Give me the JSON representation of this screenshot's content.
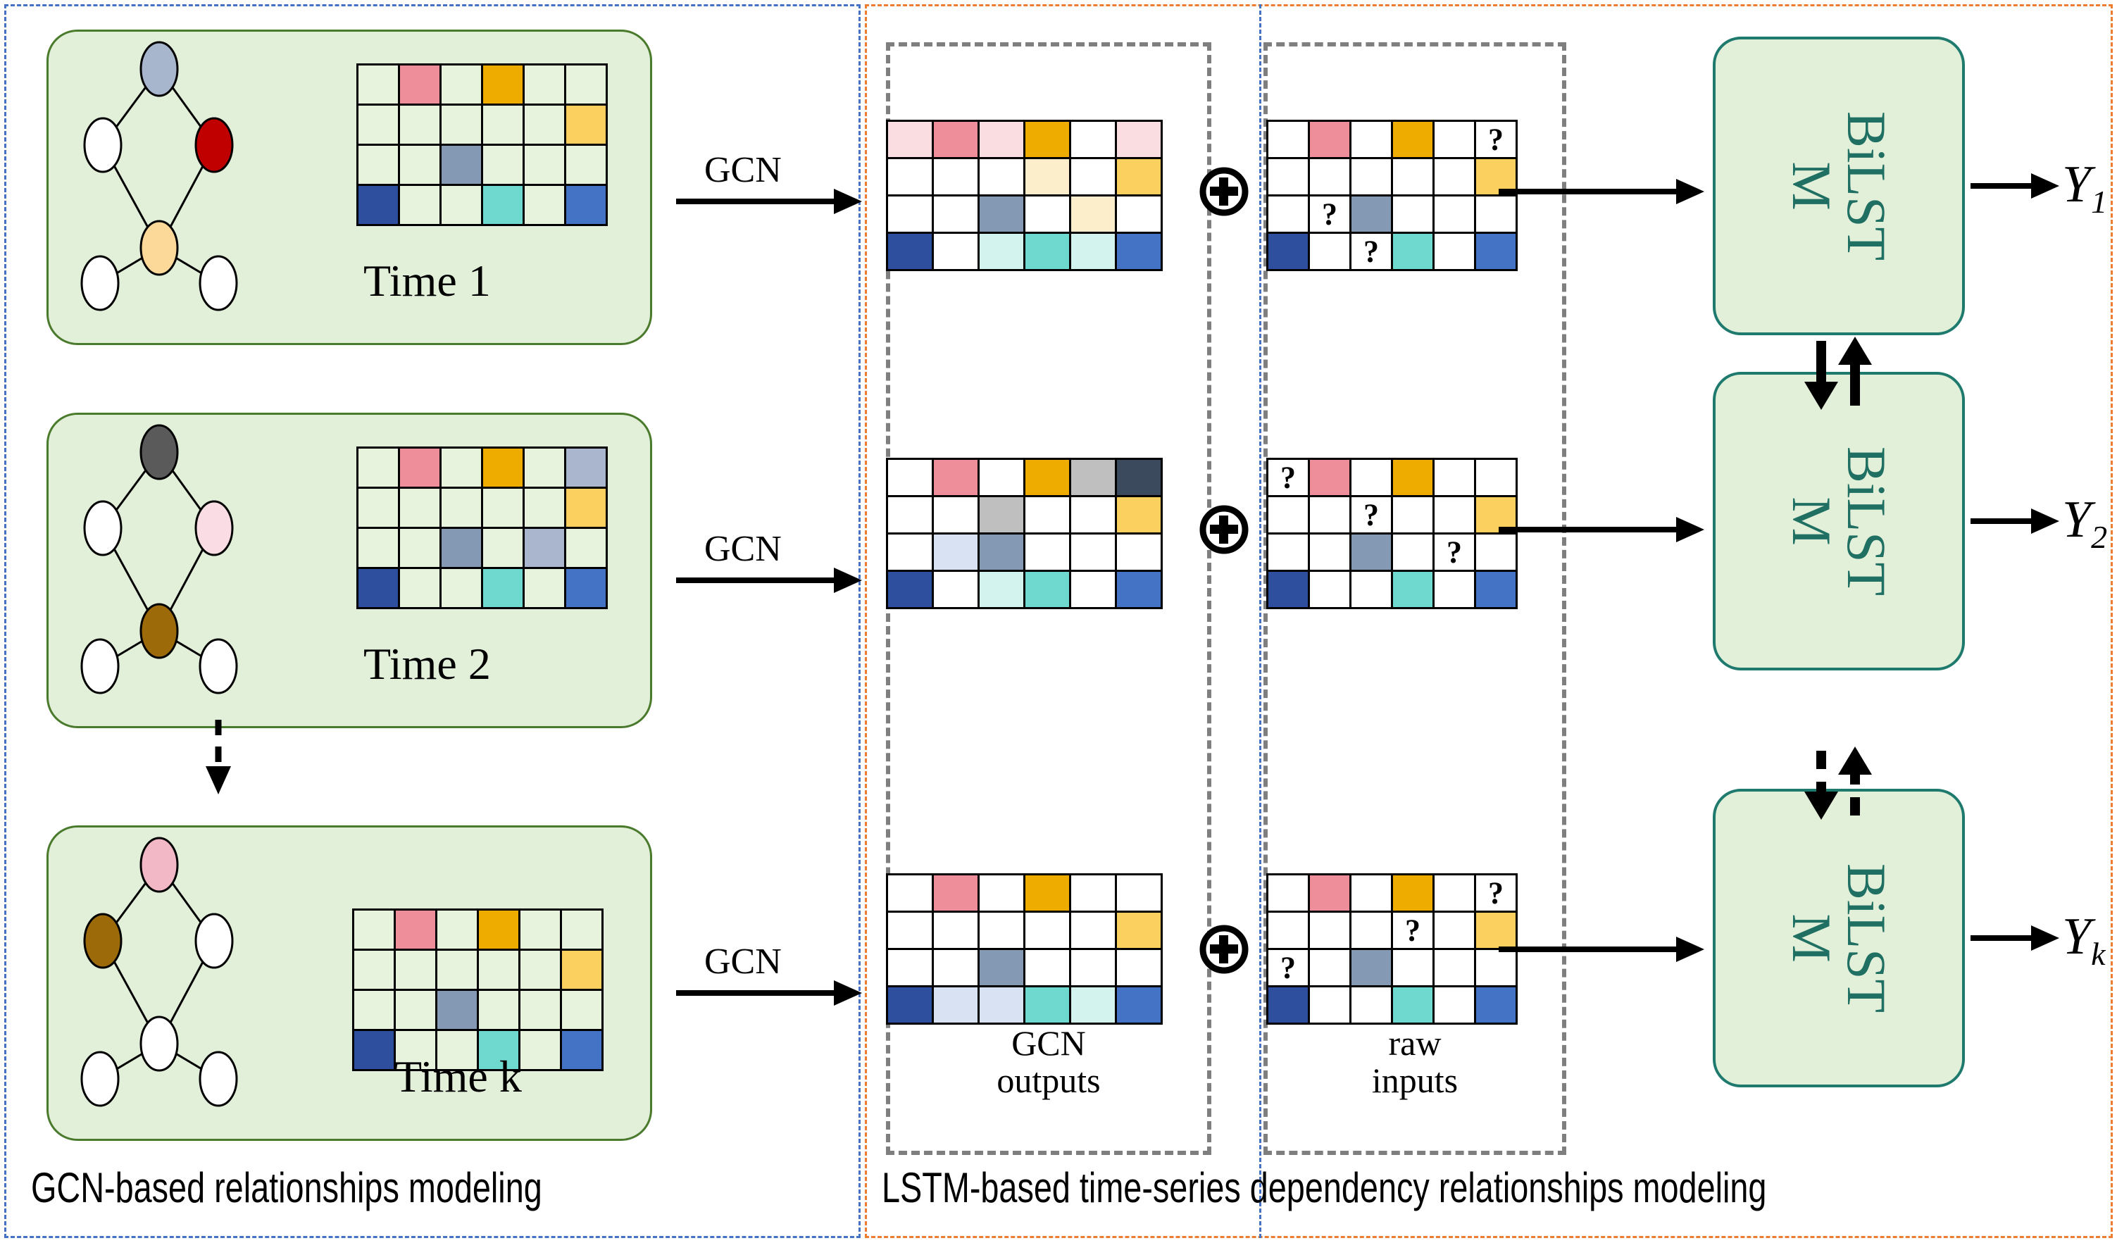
{
  "regions": {
    "left": {
      "caption": "GCN-based relationships modeling",
      "accent": "#4472c4"
    },
    "right": {
      "caption": "LSTM-based time-series dependency relationships modeling",
      "accent": "#ed7d31"
    }
  },
  "palette": {
    "panel_fill": "#e2efd9",
    "panel_border": "#4a7a2c",
    "lstm_fill": "#e2efd9",
    "lstm_border": "#1f7a6e",
    "lstm_text": "#1f6f63",
    "matrix_empty_left": "#e8f3dd",
    "matrix_empty_right": "#ffffff",
    "pink": "#ef8e9b",
    "pink_light": "#fadde1",
    "gold": "#eeab00",
    "gold_light": "#fdeecb",
    "yellow": "#fbd05f",
    "slate": "#8499b4",
    "slate_light": "#d9e2f3",
    "grey": "#bfbfbf",
    "darkslate": "#3c4a5e",
    "navy": "#2d4f9e",
    "teal": "#6fd9cf",
    "teal_light": "#d3f3ef",
    "blue": "#4472c4",
    "steel": "#a9b6cd"
  },
  "time_panels": [
    {
      "label": "Time 1",
      "nodes": [
        {
          "name": "top",
          "fill": "#a8b6cd"
        },
        {
          "name": "left",
          "fill": "#ffffff"
        },
        {
          "name": "right",
          "fill": "#c00000"
        },
        {
          "name": "center",
          "fill": "#fcd899"
        },
        {
          "name": "bl",
          "fill": "#ffffff"
        },
        {
          "name": "br",
          "fill": "#ffffff"
        }
      ],
      "matrix": [
        [
          "",
          "pink",
          "",
          "gold",
          "",
          ""
        ],
        [
          "",
          "",
          "",
          "",
          "",
          "yellow"
        ],
        [
          "",
          "",
          "slate",
          "",
          "",
          ""
        ],
        [
          "navy",
          "",
          "",
          "teal",
          "",
          "blue"
        ]
      ]
    },
    {
      "label": "Time 2",
      "nodes": [
        {
          "name": "top",
          "fill": "#5a5a5a"
        },
        {
          "name": "left",
          "fill": "#ffffff"
        },
        {
          "name": "right",
          "fill": "#fadce5"
        },
        {
          "name": "center",
          "fill": "#9c6a08"
        },
        {
          "name": "bl",
          "fill": "#ffffff"
        },
        {
          "name": "br",
          "fill": "#ffffff"
        }
      ],
      "matrix": [
        [
          "",
          "pink",
          "",
          "gold",
          "",
          "steel"
        ],
        [
          "",
          "",
          "",
          "",
          "",
          "yellow"
        ],
        [
          "",
          "",
          "slate",
          "",
          "steel",
          ""
        ],
        [
          "navy",
          "",
          "",
          "teal",
          "",
          "blue"
        ]
      ]
    },
    {
      "label": "Time k",
      "nodes": [
        {
          "name": "top",
          "fill": "#f3b8c6"
        },
        {
          "name": "left",
          "fill": "#9c6a08"
        },
        {
          "name": "right",
          "fill": "#ffffff"
        },
        {
          "name": "center",
          "fill": "#ffffff"
        },
        {
          "name": "bl",
          "fill": "#ffffff"
        },
        {
          "name": "br",
          "fill": "#ffffff"
        }
      ],
      "matrix": [
        [
          "",
          "pink",
          "",
          "gold",
          "",
          ""
        ],
        [
          "",
          "",
          "",
          "",
          "",
          "yellow"
        ],
        [
          "",
          "",
          "slate",
          "",
          "",
          ""
        ],
        [
          "navy",
          "",
          "",
          "teal",
          "",
          "blue"
        ]
      ]
    }
  ],
  "gcn_arrows": [
    {
      "label": "GCN"
    },
    {
      "label": "GCN"
    },
    {
      "label": "GCN"
    }
  ],
  "group_boxes": {
    "gcn_outputs": {
      "label": "GCN\noutputs"
    },
    "raw_inputs": {
      "label": "raw\ninputs"
    }
  },
  "gcn_output_matrices": [
    [
      [
        "pink_light",
        "pink",
        "pink_light",
        "gold",
        "",
        "pink_light"
      ],
      [
        "",
        "",
        "",
        "gold_light",
        "",
        "yellow"
      ],
      [
        "",
        "",
        "slate",
        "",
        "gold_light",
        ""
      ],
      [
        "navy",
        "",
        "teal_light",
        "teal",
        "teal_light",
        "blue"
      ]
    ],
    [
      [
        "",
        "pink",
        "",
        "gold",
        "grey",
        "darkslate"
      ],
      [
        "",
        "",
        "grey",
        "",
        "",
        "yellow"
      ],
      [
        "",
        "slate_light",
        "slate",
        "",
        "",
        ""
      ],
      [
        "navy",
        "",
        "teal_light",
        "teal",
        "",
        "blue"
      ]
    ],
    [
      [
        "",
        "pink",
        "",
        "gold",
        "",
        ""
      ],
      [
        "",
        "",
        "",
        "",
        "",
        "yellow"
      ],
      [
        "",
        "",
        "slate",
        "",
        "",
        ""
      ],
      [
        "navy",
        "slate_light",
        "slate_light",
        "teal",
        "teal_light",
        "blue"
      ]
    ]
  ],
  "raw_input_matrices": [
    {
      "cells": [
        [
          "",
          "pink",
          "",
          "gold",
          "",
          ""
        ],
        [
          "",
          "",
          "",
          "",
          "",
          "yellow"
        ],
        [
          "",
          "",
          "slate",
          "",
          "",
          ""
        ],
        [
          "navy",
          "",
          "",
          "teal",
          "",
          "blue"
        ]
      ],
      "marks": [
        {
          "row": 0,
          "col": 5,
          "text": "?"
        },
        {
          "row": 2,
          "col": 1,
          "text": "?"
        },
        {
          "row": 3,
          "col": 2,
          "text": "?"
        }
      ]
    },
    {
      "cells": [
        [
          "",
          "pink",
          "",
          "gold",
          "",
          ""
        ],
        [
          "",
          "",
          "",
          "",
          "",
          "yellow"
        ],
        [
          "",
          "",
          "slate",
          "",
          "",
          ""
        ],
        [
          "navy",
          "",
          "",
          "teal",
          "",
          "blue"
        ]
      ],
      "marks": [
        {
          "row": 0,
          "col": 0,
          "text": "?"
        },
        {
          "row": 1,
          "col": 2,
          "text": "?"
        },
        {
          "row": 2,
          "col": 4,
          "text": "?"
        }
      ]
    },
    {
      "cells": [
        [
          "",
          "pink",
          "",
          "gold",
          "",
          ""
        ],
        [
          "",
          "",
          "",
          "",
          "",
          "yellow"
        ],
        [
          "",
          "",
          "slate",
          "",
          "",
          ""
        ],
        [
          "navy",
          "",
          "",
          "teal",
          "",
          "blue"
        ]
      ],
      "marks": [
        {
          "row": 0,
          "col": 5,
          "text": "?"
        },
        {
          "row": 1,
          "col": 3,
          "text": "?"
        },
        {
          "row": 2,
          "col": 0,
          "text": "?"
        }
      ]
    }
  ],
  "plus_nodes": [
    {
      "symbol": "+"
    },
    {
      "symbol": "+"
    },
    {
      "symbol": "+"
    }
  ],
  "lstm_blocks": [
    {
      "line1": "BiLST",
      "line2": "M"
    },
    {
      "line1": "BiLST",
      "line2": "M"
    },
    {
      "line1": "BiLST",
      "line2": "M"
    }
  ],
  "outputs": [
    {
      "base": "Y",
      "sub": "1"
    },
    {
      "base": "Y",
      "sub": "2"
    },
    {
      "base": "Y",
      "sub": "k"
    }
  ],
  "connectors": {
    "time2_to_timek": "dashed-down-arrow",
    "lstm1_lstm2": "solid-double-vertical-arrow",
    "lstm2_lstm3": "dashed-double-vertical-arrow"
  }
}
